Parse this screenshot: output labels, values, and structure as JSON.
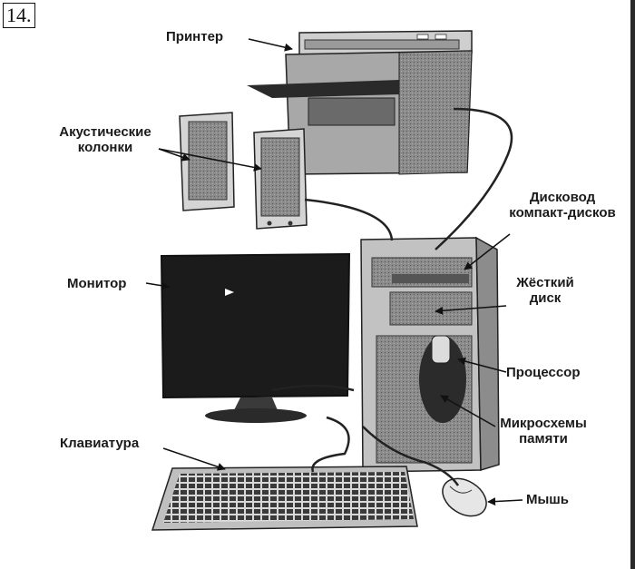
{
  "figure": {
    "number": "14."
  },
  "labels": {
    "printer": "Принтер",
    "speakers_line1": "Акустические",
    "speakers_line2": "колонки",
    "cd_drive_line1": "Дисковод",
    "cd_drive_line2": "компакт-дисков",
    "monitor": "Монитор",
    "hard_disk_line1": "Жёсткий",
    "hard_disk_line2": "диск",
    "processor": "Процессор",
    "memory_line1": "Микросхемы",
    "memory_line2": "памяти",
    "keyboard": "Клавиатура",
    "mouse": "Мышь"
  }
}
